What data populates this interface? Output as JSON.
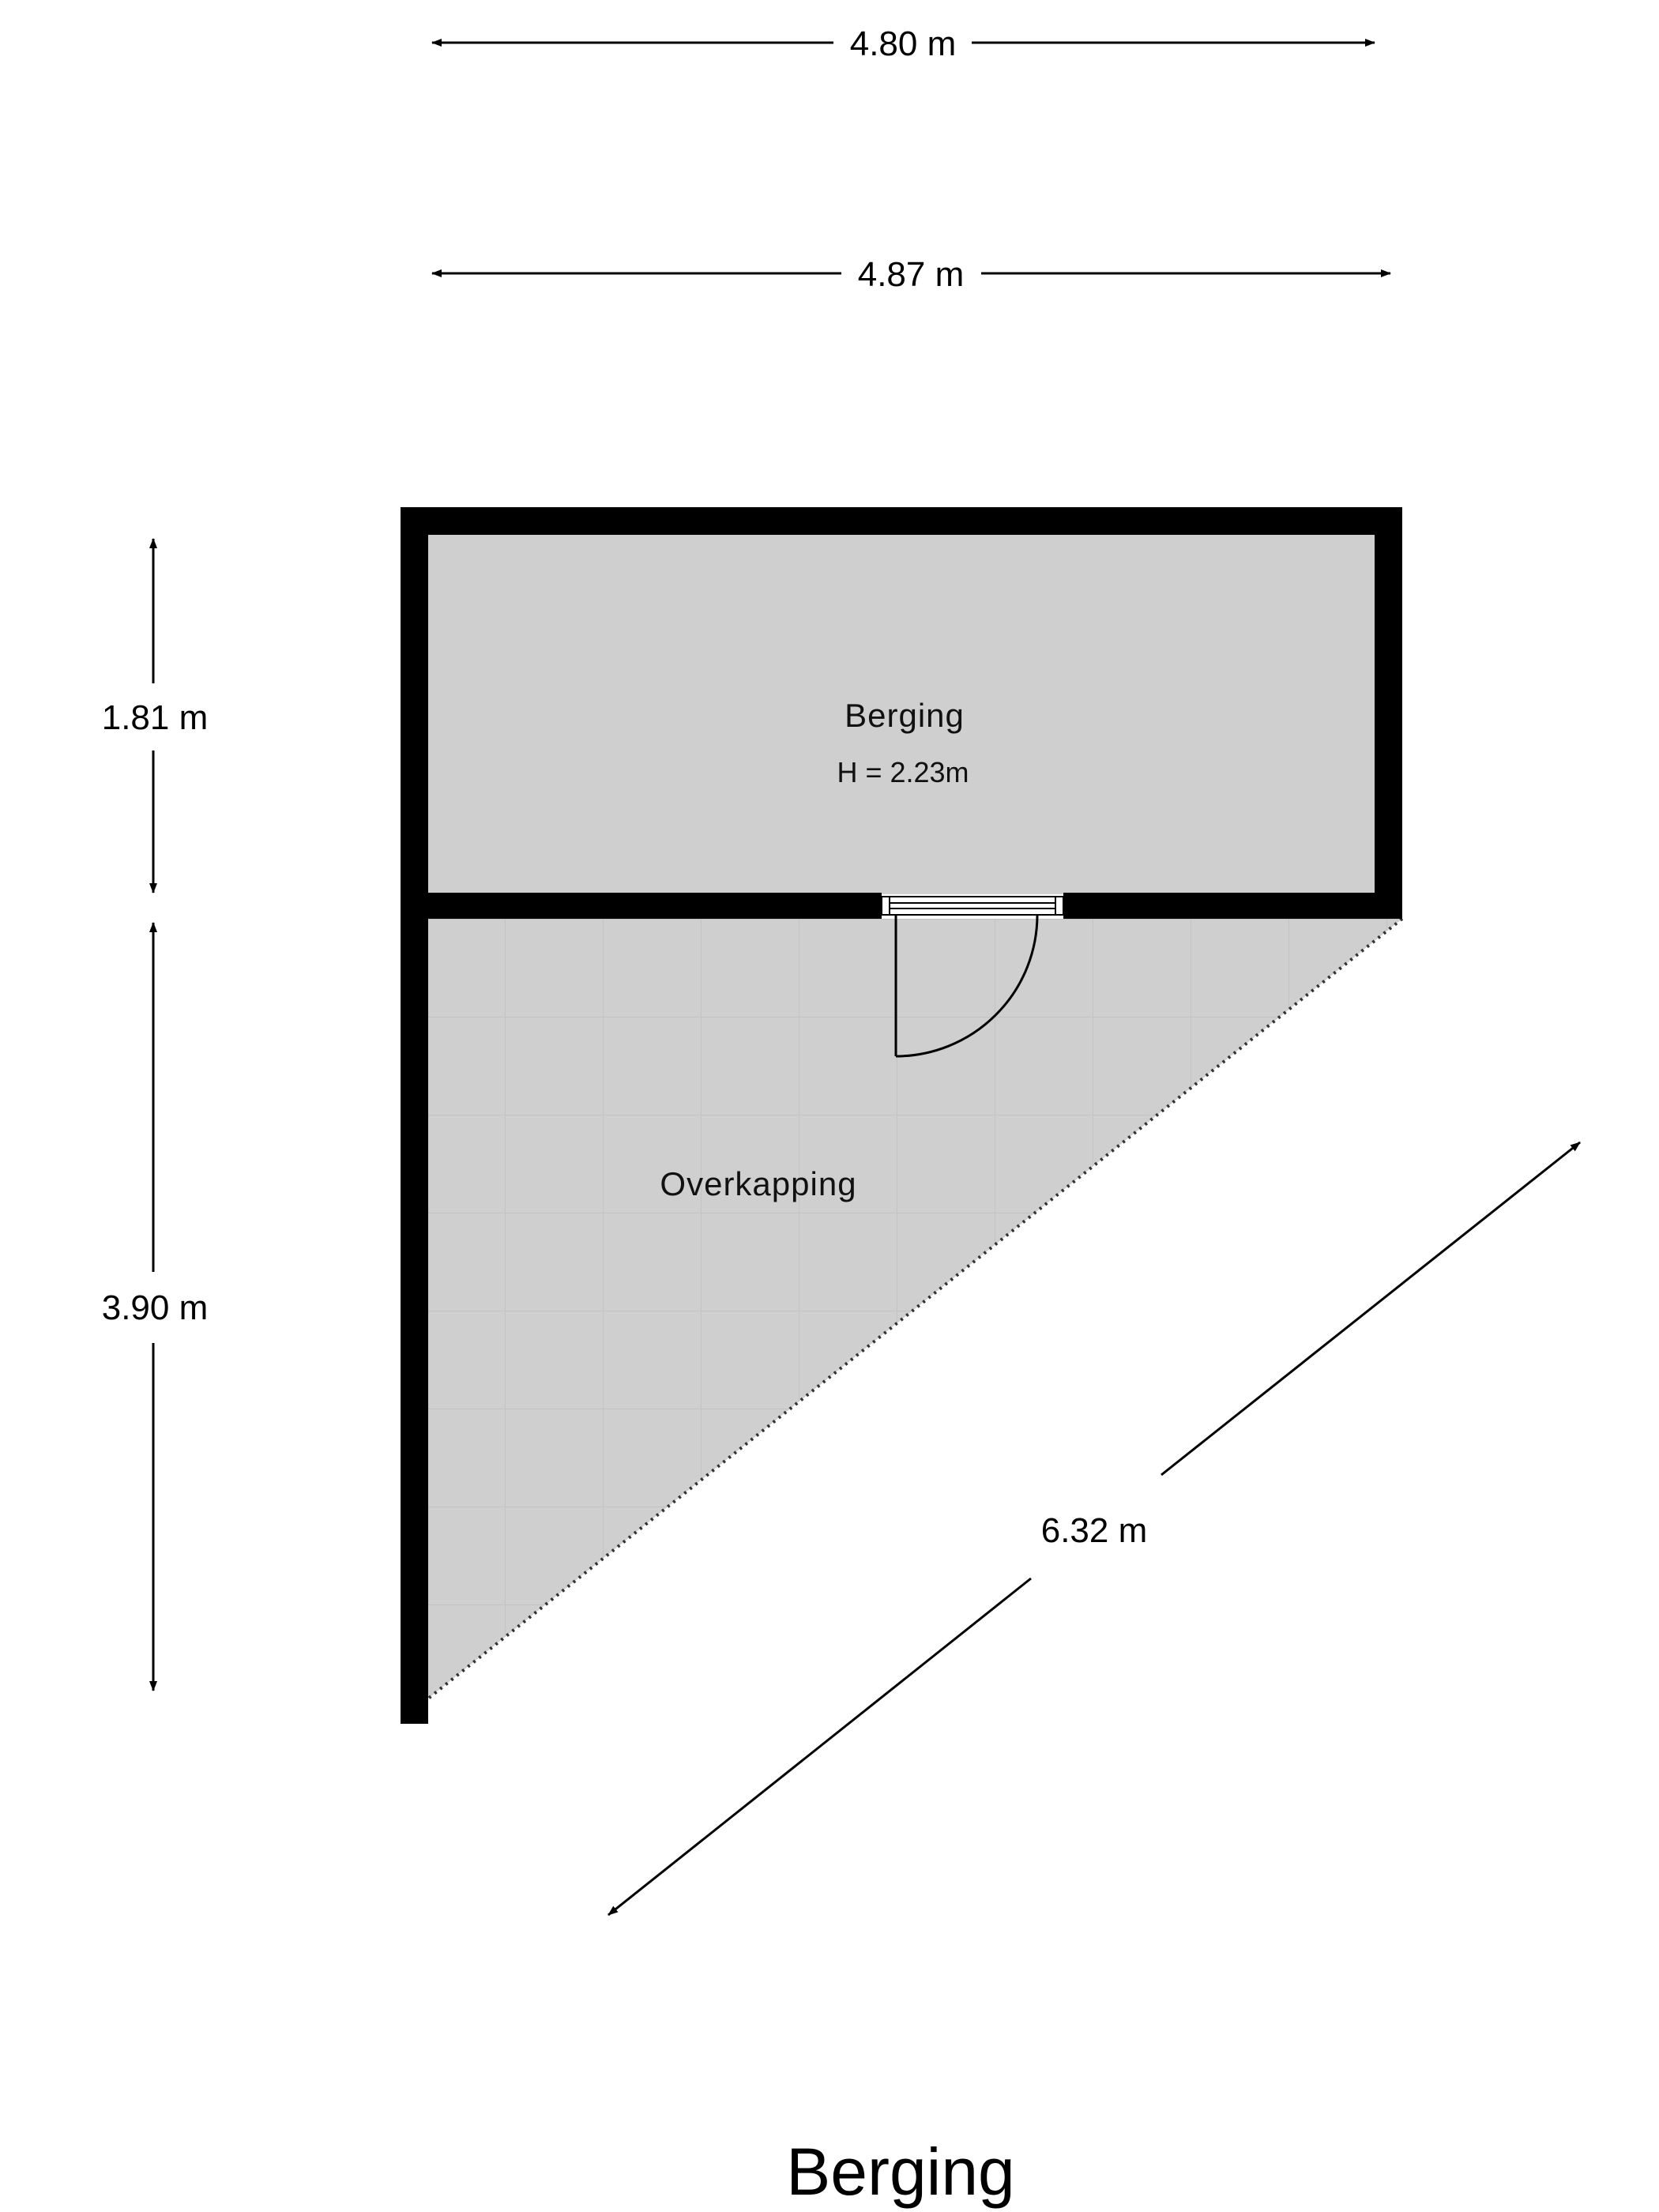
{
  "floor_title": "Berging",
  "rooms": {
    "berging": {
      "name": "Berging",
      "height_label": "H = 2.23m"
    },
    "overkapping": {
      "name": "Overkapping"
    }
  },
  "dimensions": {
    "top_inner": "4.80 m",
    "top_outer": "4.87 m",
    "left_upper": "1.81 m",
    "left_lower": "3.90 m",
    "diagonal": "6.32 m"
  },
  "colors": {
    "wall": "#000000",
    "room_fill": "#cfcfcf",
    "tile_line": "#c2c2c2"
  }
}
